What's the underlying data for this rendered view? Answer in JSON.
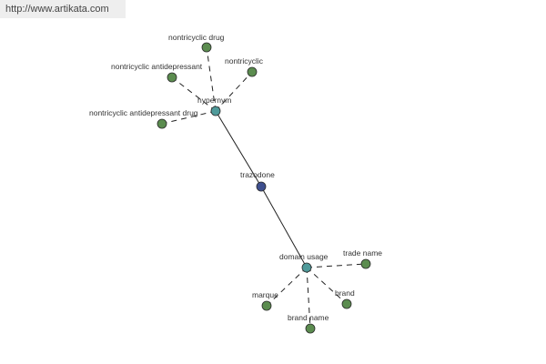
{
  "watermark": {
    "url": "http://www.artikata.com"
  },
  "colors": {
    "leaf_node": "#5b8c4f",
    "hub_node": "#4f9a9a",
    "center_node": "#3e4f8e",
    "edge": "#222222",
    "background": "#ffffff"
  },
  "graph": {
    "center": {
      "id": "trazodone",
      "label": "trazodone"
    },
    "hubs": [
      {
        "id": "hypernym",
        "label": "hypernym"
      },
      {
        "id": "domain-usage",
        "label": "domain usage"
      }
    ],
    "leaves": [
      {
        "id": "nontricyclic-drug",
        "label": "nontricyclic drug",
        "hub": "hypernym"
      },
      {
        "id": "nontricyclic-antidepressant",
        "label": "nontricyclic antidepressant",
        "hub": "hypernym"
      },
      {
        "id": "nontricyclic",
        "label": "nontricyclic",
        "hub": "hypernym"
      },
      {
        "id": "nontricyclic-antidepressant-drug",
        "label": "nontricyclic antidepressant drug",
        "hub": "hypernym"
      },
      {
        "id": "trade-name",
        "label": "trade name",
        "hub": "domain-usage"
      },
      {
        "id": "marque",
        "label": "marque",
        "hub": "domain-usage"
      },
      {
        "id": "brand",
        "label": "brand",
        "hub": "domain-usage"
      },
      {
        "id": "brand-name",
        "label": "brand name",
        "hub": "domain-usage"
      }
    ]
  }
}
